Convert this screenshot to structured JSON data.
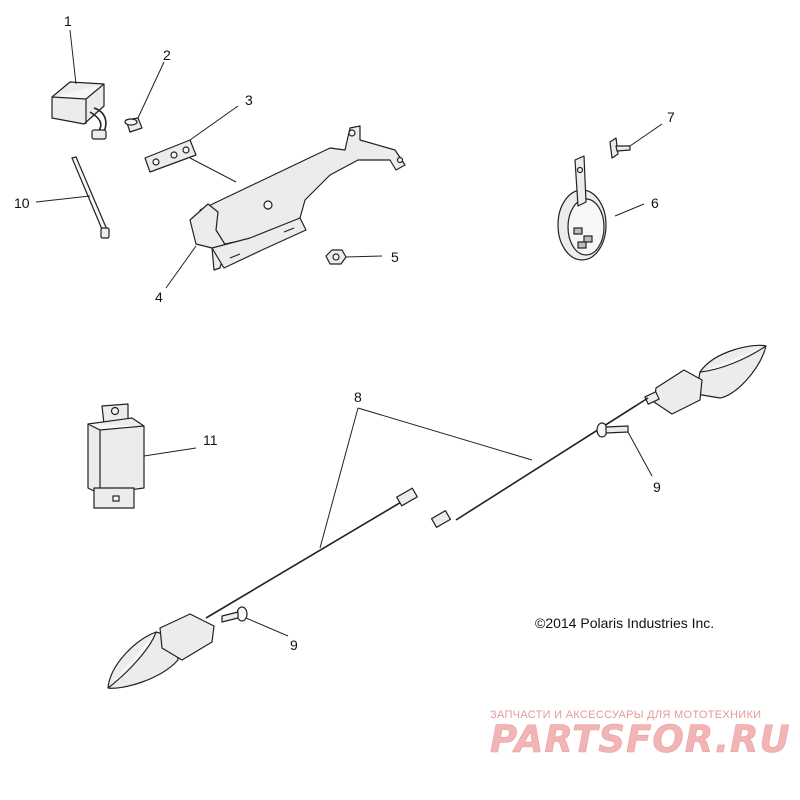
{
  "callouts": {
    "c1": "1",
    "c2": "2",
    "c3": "3",
    "c4": "4",
    "c5": "5",
    "c6": "6",
    "c7": "7",
    "c8": "8",
    "c9a": "9",
    "c9b": "9",
    "c10": "10",
    "c11": "11"
  },
  "copyright": "©2014 Polaris Industries Inc.",
  "watermark": {
    "tagline": "ЗАПЧАСТИ И АКСЕССУАРЫ ДЛЯ МОТОТЕХНИКИ",
    "brand": "PARTSFOR.RU"
  },
  "colors": {
    "line": "#222222",
    "watermark": "#f2b4b4"
  }
}
